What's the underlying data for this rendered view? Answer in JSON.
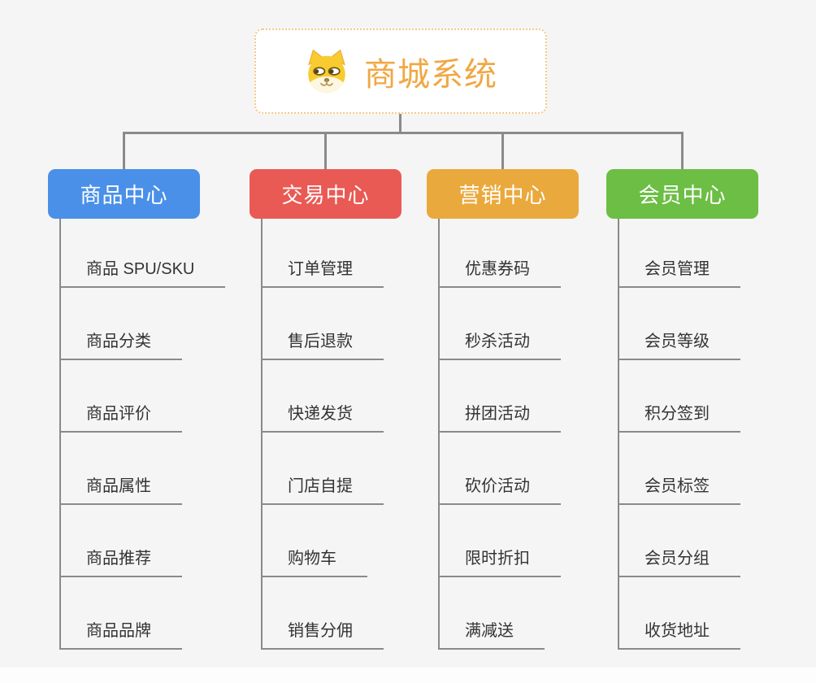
{
  "root": {
    "title": "商城系统",
    "icon": "doge-icon"
  },
  "branches": [
    {
      "label": "商品中心",
      "color": "#4a90e8",
      "children": [
        "商品 SPU/SKU",
        "商品分类",
        "商品评价",
        "商品属性",
        "商品推荐",
        "商品品牌"
      ]
    },
    {
      "label": "交易中心",
      "color": "#e95a55",
      "children": [
        "订单管理",
        "售后退款",
        "快递发货",
        "门店自提",
        "购物车",
        "销售分佣"
      ]
    },
    {
      "label": "营销中心",
      "color": "#eaa93c",
      "children": [
        "优惠券码",
        "秒杀活动",
        "拼团活动",
        "砍价活动",
        "限时折扣",
        "满减送"
      ]
    },
    {
      "label": "会员中心",
      "color": "#6cbe44",
      "children": [
        "会员管理",
        "会员等级",
        "积分签到",
        "会员标签",
        "会员分组",
        "收货地址"
      ]
    }
  ],
  "colors": {
    "background": "#f5f5f5",
    "connector": "#8a8a8a",
    "root_title": "#f0a843",
    "root_border": "#f6c884",
    "subitem_text": "#333333",
    "header_text": "#ffffff"
  }
}
